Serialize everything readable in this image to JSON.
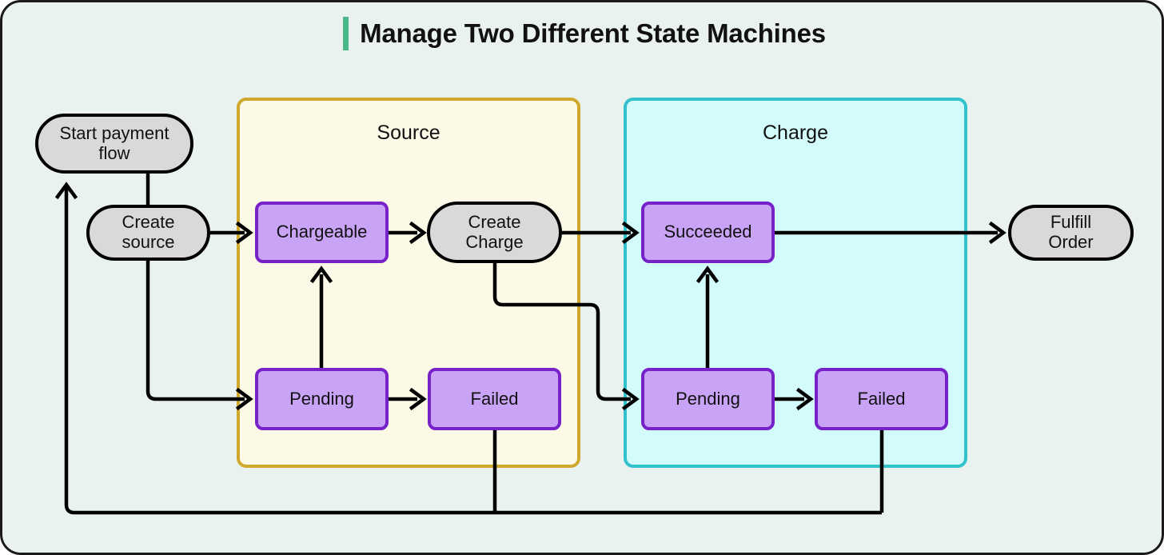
{
  "page": {
    "title": "Manage Two Different State Machines",
    "accent_color": "#4ab98a",
    "background_color": "#eaf2ef",
    "border_color": "#1a1a1a"
  },
  "groups": [
    {
      "id": "source",
      "label": "Source",
      "border_color": "#cfa92e",
      "fill_color": "#fcfae6"
    },
    {
      "id": "charge",
      "label": "Charge",
      "border_color": "#33c2cc",
      "fill_color": "#d4fbfb"
    }
  ],
  "nodes": {
    "start_payment_flow": {
      "label": "Start payment\nflow",
      "shape": "stadium",
      "fill": "#d9d9d9",
      "stroke": "#000000"
    },
    "create_source": {
      "label": "Create\nsource",
      "shape": "stadium",
      "fill": "#d9d9d9",
      "stroke": "#000000"
    },
    "chargeable": {
      "label": "Chargeable",
      "shape": "rounded-rect",
      "fill": "#c9a3f5",
      "stroke": "#7722c9",
      "group": "source"
    },
    "create_charge": {
      "label": "Create\nCharge",
      "shape": "stadium",
      "fill": "#d9d9d9",
      "stroke": "#000000",
      "group": "source"
    },
    "source_pending": {
      "label": "Pending",
      "shape": "rounded-rect",
      "fill": "#c9a3f5",
      "stroke": "#7722c9",
      "group": "source"
    },
    "source_failed": {
      "label": "Failed",
      "shape": "rounded-rect",
      "fill": "#c9a3f5",
      "stroke": "#7722c9",
      "group": "source"
    },
    "succeeded": {
      "label": "Succeeded",
      "shape": "rounded-rect",
      "fill": "#c9a3f5",
      "stroke": "#7722c9",
      "group": "charge"
    },
    "charge_pending": {
      "label": "Pending",
      "shape": "rounded-rect",
      "fill": "#c9a3f5",
      "stroke": "#7722c9",
      "group": "charge"
    },
    "charge_failed": {
      "label": "Failed",
      "shape": "rounded-rect",
      "fill": "#c9a3f5",
      "stroke": "#7722c9",
      "group": "charge"
    },
    "fulfill_order": {
      "label": "Fulfill\nOrder",
      "shape": "stadium",
      "fill": "#d9d9d9",
      "stroke": "#000000"
    }
  },
  "edges": [
    {
      "from": "create_source",
      "to": "start_payment_flow",
      "arrow": true,
      "note": "vertical connector up"
    },
    {
      "from": "create_source",
      "to": "chargeable",
      "arrow": true
    },
    {
      "from": "create_source",
      "to": "source_pending",
      "arrow": true
    },
    {
      "from": "chargeable",
      "to": "create_charge",
      "arrow": true
    },
    {
      "from": "source_pending",
      "to": "chargeable",
      "arrow": true
    },
    {
      "from": "source_pending",
      "to": "source_failed",
      "arrow": true
    },
    {
      "from": "create_charge",
      "to": "succeeded",
      "arrow": true
    },
    {
      "from": "create_charge",
      "to": "charge_pending",
      "arrow": true
    },
    {
      "from": "charge_pending",
      "to": "succeeded",
      "arrow": true
    },
    {
      "from": "charge_pending",
      "to": "charge_failed",
      "arrow": true
    },
    {
      "from": "succeeded",
      "to": "fulfill_order",
      "arrow": true
    },
    {
      "from": "source_failed",
      "to": "start_payment_flow",
      "arrow": true,
      "note": "retry loop along bottom"
    },
    {
      "from": "charge_failed",
      "to": "start_payment_flow",
      "arrow": true,
      "note": "retry loop along bottom"
    }
  ]
}
